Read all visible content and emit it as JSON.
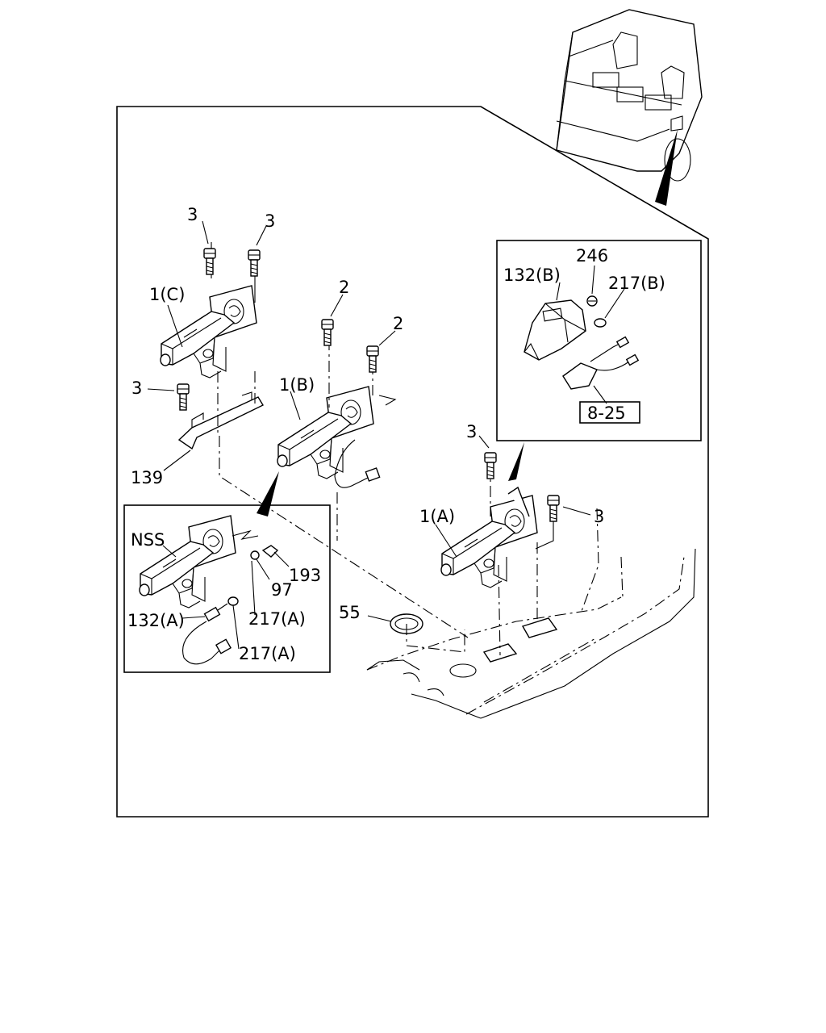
{
  "labels": {
    "bolt_3_a": "3",
    "bolt_3_b": "3",
    "bolt_3_c": "3",
    "bolt_3_d": "3",
    "bolt_3_e": "3",
    "bolt_2_a": "2",
    "bolt_2_b": "2",
    "part_1c": "1(C)",
    "part_1b": "1(B)",
    "part_1a": "1(A)",
    "part_139": "139",
    "part_246": "246",
    "part_132b": "132(B)",
    "part_217b": "217(B)",
    "ref_8_25": "8-25",
    "nss": "NSS",
    "part_193": "193",
    "part_97": "97",
    "part_217a_1": "217(A)",
    "part_132a": "132(A)",
    "part_217a_2": "217(A)",
    "part_55": "55"
  },
  "icons": {
    "cab_view": "truck-cab-icon",
    "bolt": "bolt-icon",
    "brake_lever": "parking-brake-lever-icon"
  }
}
